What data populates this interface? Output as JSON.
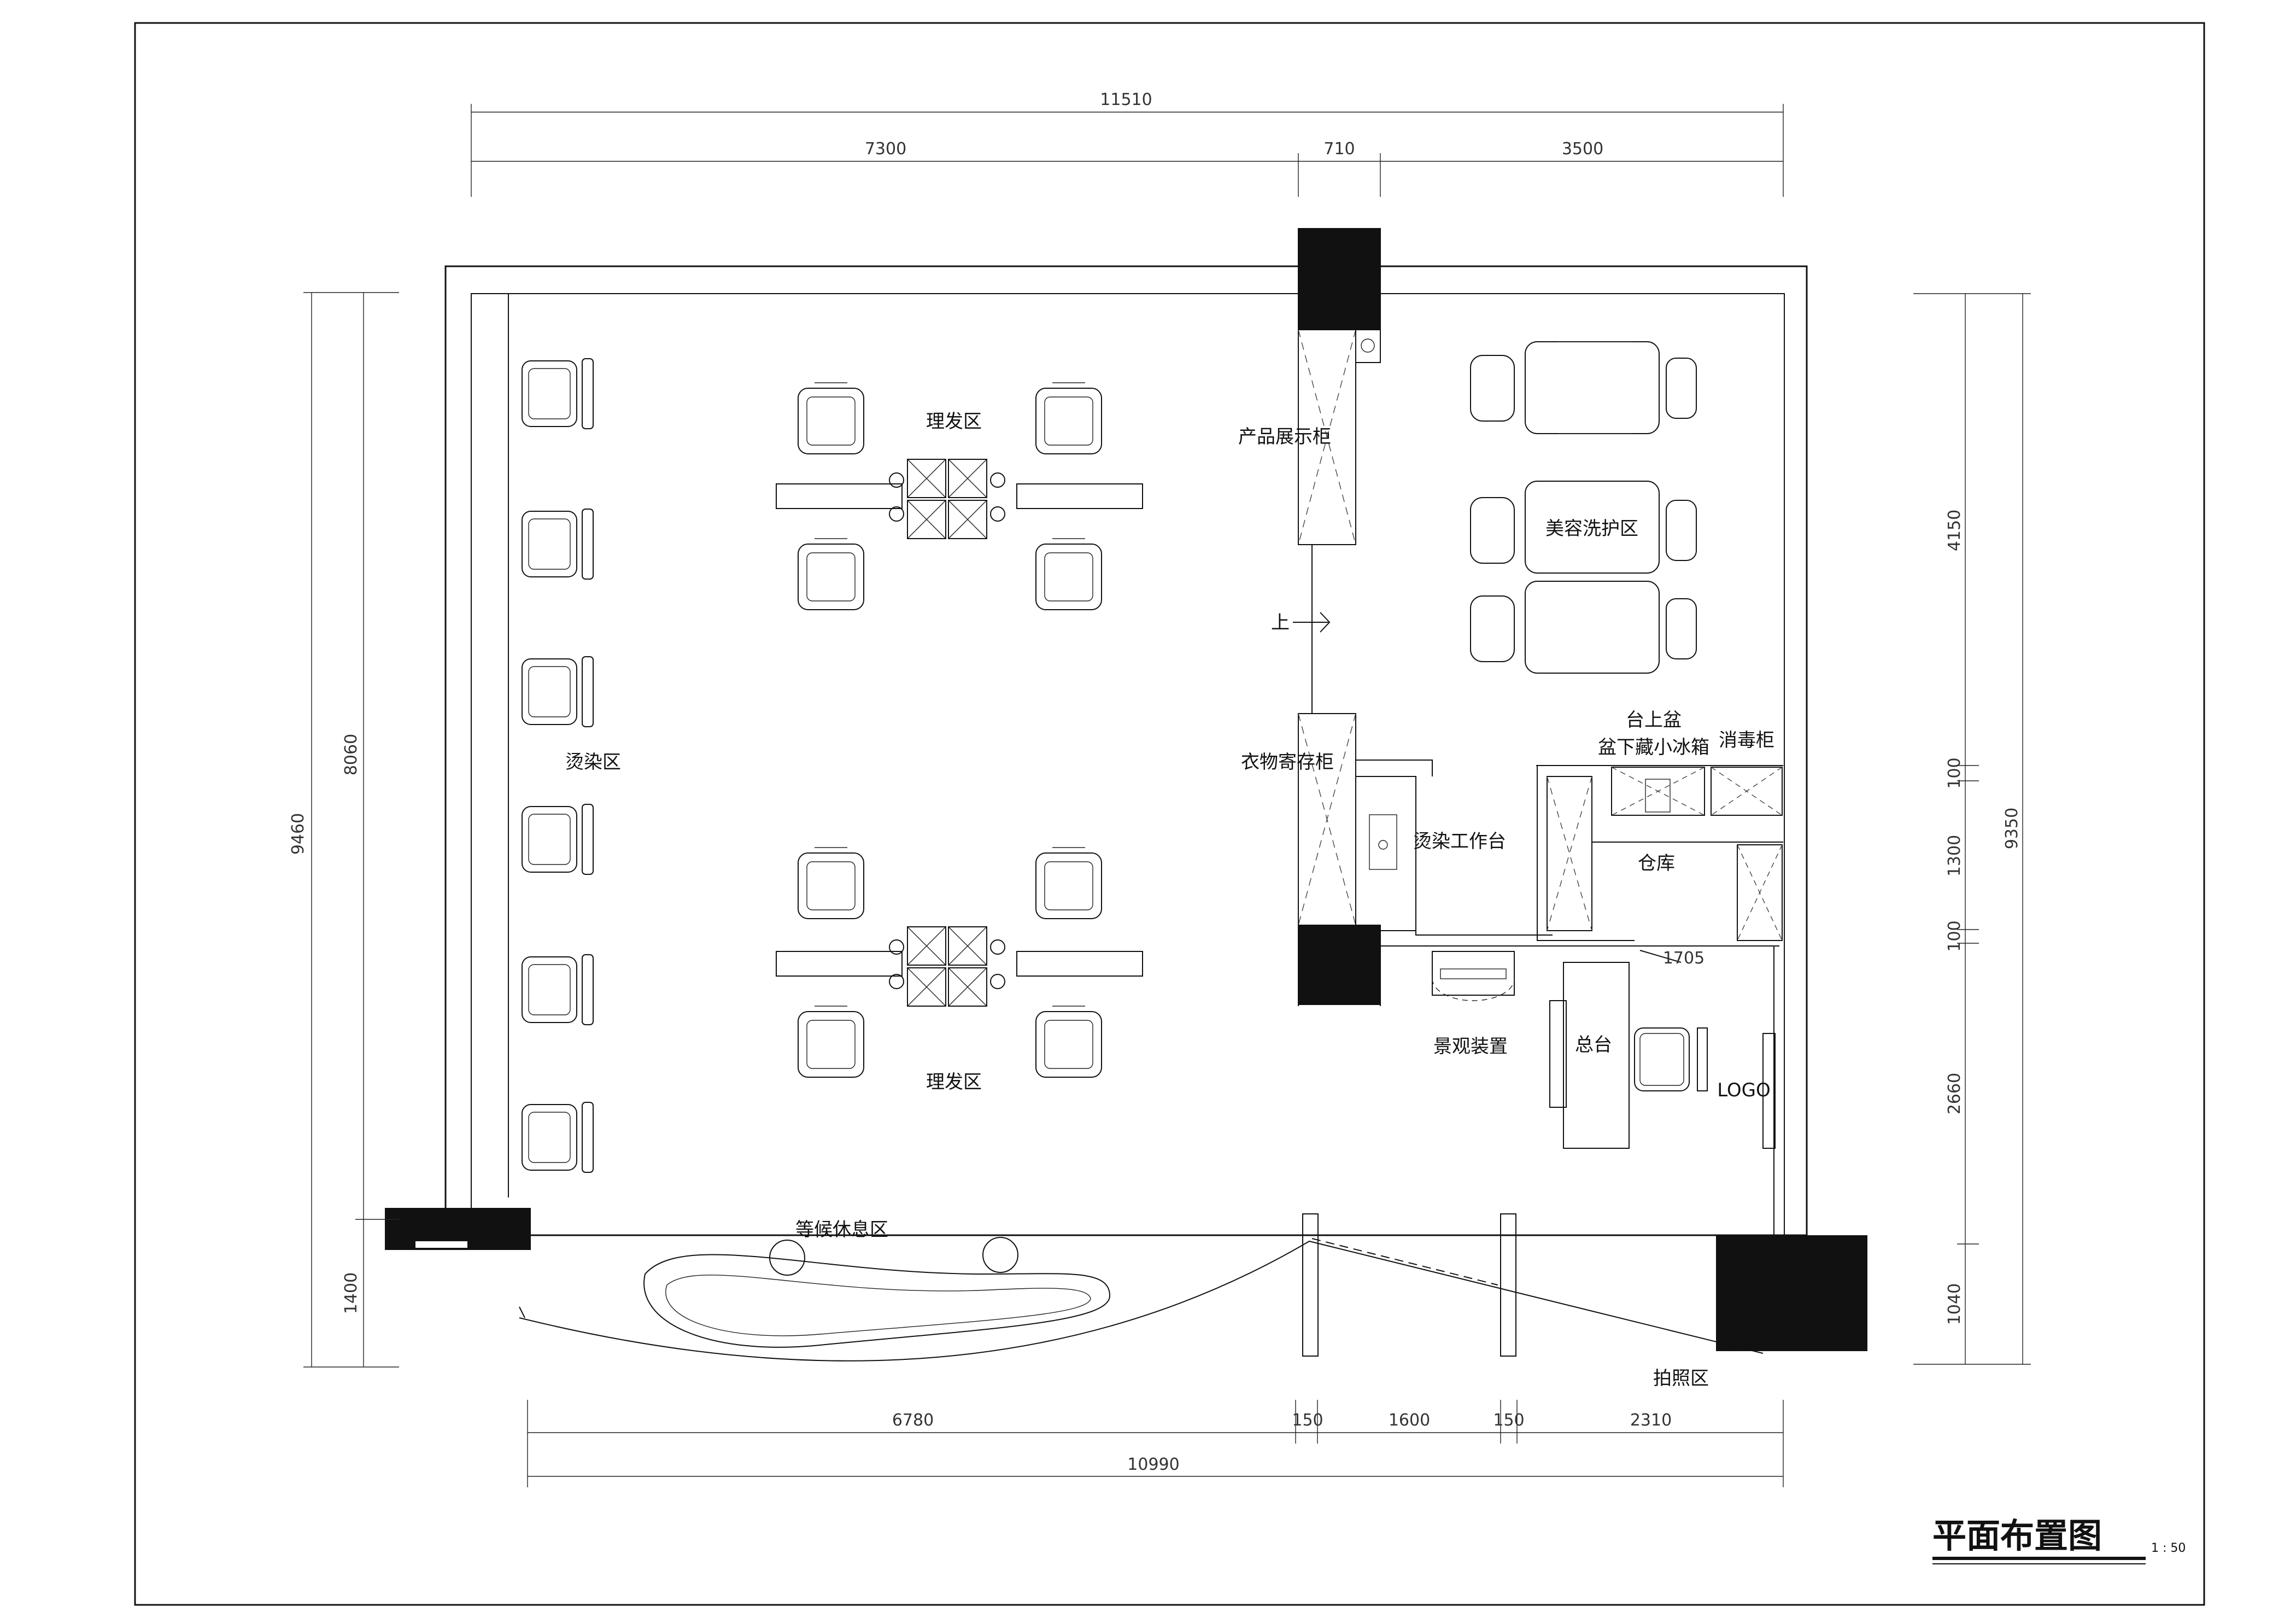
{
  "drawing": {
    "title": "平面布置图",
    "scale": "1 : 50"
  },
  "dimensions": {
    "top_total": "11510",
    "top_left": "7300",
    "top_mid": "710",
    "top_right": "3500",
    "bottom_seg1": "6780",
    "bottom_seg2": "150",
    "bottom_seg3": "1600",
    "bottom_seg4": "150",
    "bottom_seg5": "2310",
    "bottom_total": "10990",
    "left_outer": "9460",
    "left_inner": "8060",
    "left_lower": "1400",
    "right_outer": "9350",
    "right_1": "4150",
    "right_2": "100",
    "right_3": "1300",
    "right_4": "100",
    "right_5": "2660",
    "right_6": "1040",
    "door": "1705"
  },
  "zones": {
    "haircut_top": "理发区",
    "haircut_bottom": "理发区",
    "perm_dye": "烫染区",
    "waiting": "等候休息区",
    "product_cabinet": "产品展示柜",
    "up_arrow": "上",
    "clothes_locker": "衣物寄存柜",
    "perm_station": "烫染工作台",
    "beauty_care": "美容洗护区",
    "basin_top": "台上盆",
    "basin_fridge": "盆下藏小冰箱",
    "disinfection": "消毒柜",
    "storage": "仓库",
    "reception": "总台",
    "landscape": "景观装置",
    "logo": "LOGO",
    "photo_area": "拍照区"
  }
}
